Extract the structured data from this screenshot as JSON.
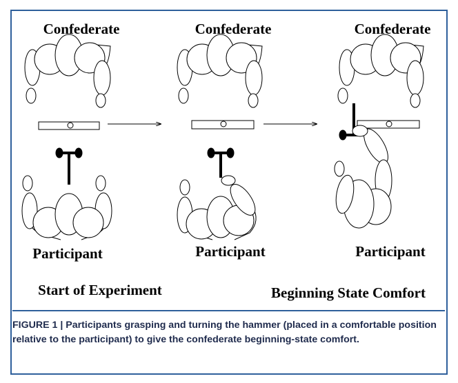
{
  "figure": {
    "panels": [
      {
        "top_label": "Confederate",
        "bottom_label": "Participant"
      },
      {
        "top_label": "Confederate",
        "bottom_label": "Participant"
      },
      {
        "top_label": "Confederate",
        "bottom_label": "Participant"
      }
    ],
    "stage_labels": {
      "start": "Start of Experiment",
      "end": "Beginning State Comfort"
    }
  },
  "caption": {
    "label": "FIGURE 1 |",
    "text": "Participants grasping and turning the hammer (placed in a comfortable position relative to the participant) to give the confederate beginning-state comfort."
  }
}
